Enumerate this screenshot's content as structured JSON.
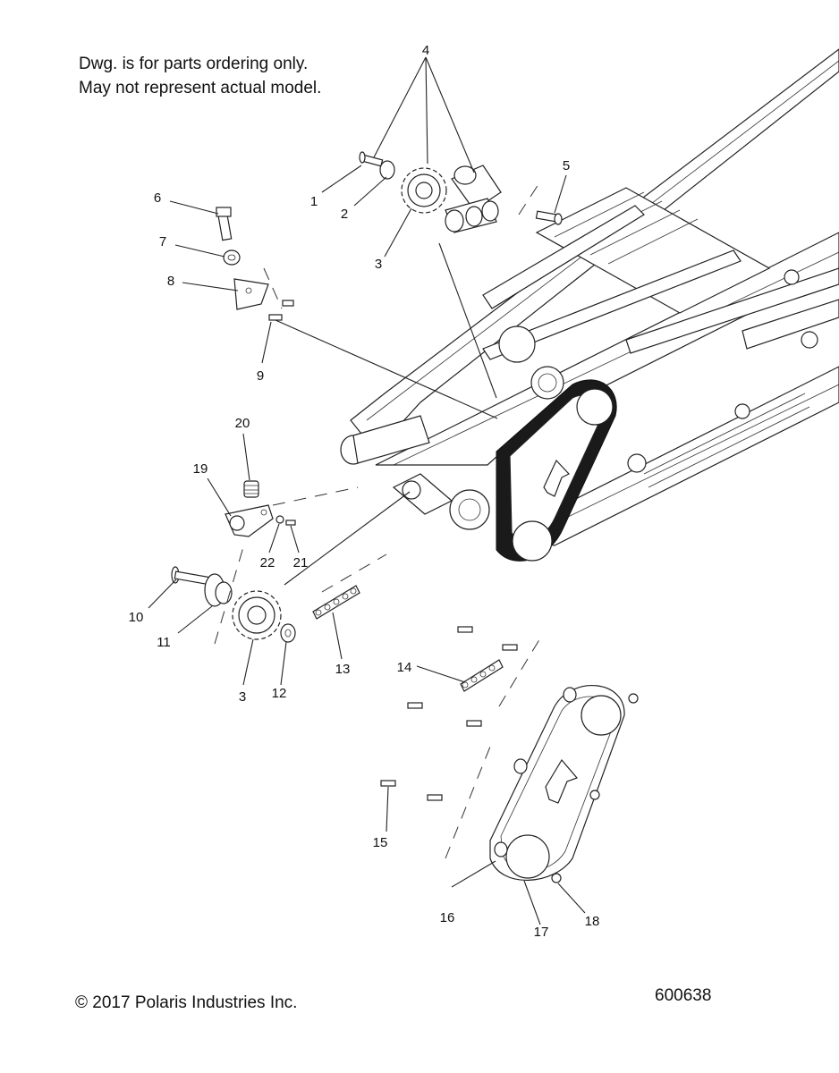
{
  "disclaimer": {
    "line1": "Dwg. is for parts ordering only.",
    "line2": "May not represent actual model."
  },
  "callouts": [
    "1",
    "2",
    "3",
    "3",
    "4",
    "5",
    "6",
    "7",
    "8",
    "9",
    "10",
    "11",
    "12",
    "13",
    "14",
    "15",
    "16",
    "17",
    "18",
    "19",
    "20",
    "21",
    "22"
  ],
  "footer": {
    "copyright": "© 2017 Polaris Industries Inc.",
    "drawing_number": "600638"
  }
}
